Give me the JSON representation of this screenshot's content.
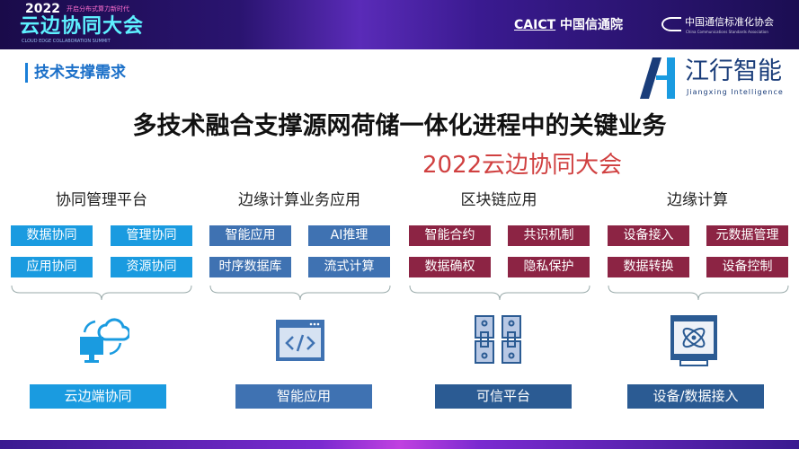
{
  "banner": {
    "event_year": "2022",
    "event_slogan": "开启分布式算力新时代",
    "event_name": "云边协同大会",
    "event_en": "CLOUD EDGE COLLABORATION SUMMIT",
    "caict_abbr": "CAICT",
    "caict_name": "中国信通院",
    "ccsa_name": "中国通信标准化协会",
    "ccsa_en": "China Communications Standards Association"
  },
  "section_title": "技术支撑需求",
  "logo": {
    "cn": "江行智能",
    "en": "Jiangxing Intelligence"
  },
  "main_title": "多技术融合支撑源网荷储一体化进程中的关键业务",
  "columns": [
    {
      "heading": "协同管理平台",
      "items": [
        "数据协同",
        "管理协同",
        "应用协同",
        "资源协同"
      ],
      "icon": "cloud-sync-icon",
      "bottom": "云边端协同"
    },
    {
      "heading": "边缘计算业务应用",
      "items": [
        "智能应用",
        "AI推理",
        "时序数据库",
        "流式计算"
      ],
      "icon": "code-window-icon",
      "bottom": "智能应用"
    },
    {
      "heading": "区块链应用",
      "items": [
        "智能合约",
        "共识机制",
        "数据确权",
        "隐私保护"
      ],
      "icon": "blockchain-icon",
      "bottom": "可信平台"
    },
    {
      "heading": "边缘计算",
      "items": [
        "设备接入",
        "元数据管理",
        "数据转换",
        "设备控制"
      ],
      "icon": "device-atom-icon",
      "bottom": "设备/数据接入"
    }
  ],
  "watermark": "2022云边协同大会",
  "colors": {
    "light_blue": "#1a9be0",
    "steel_blue": "#3f72b2",
    "maroon": "#8c2444",
    "dark_blue": "#2b5b93"
  }
}
